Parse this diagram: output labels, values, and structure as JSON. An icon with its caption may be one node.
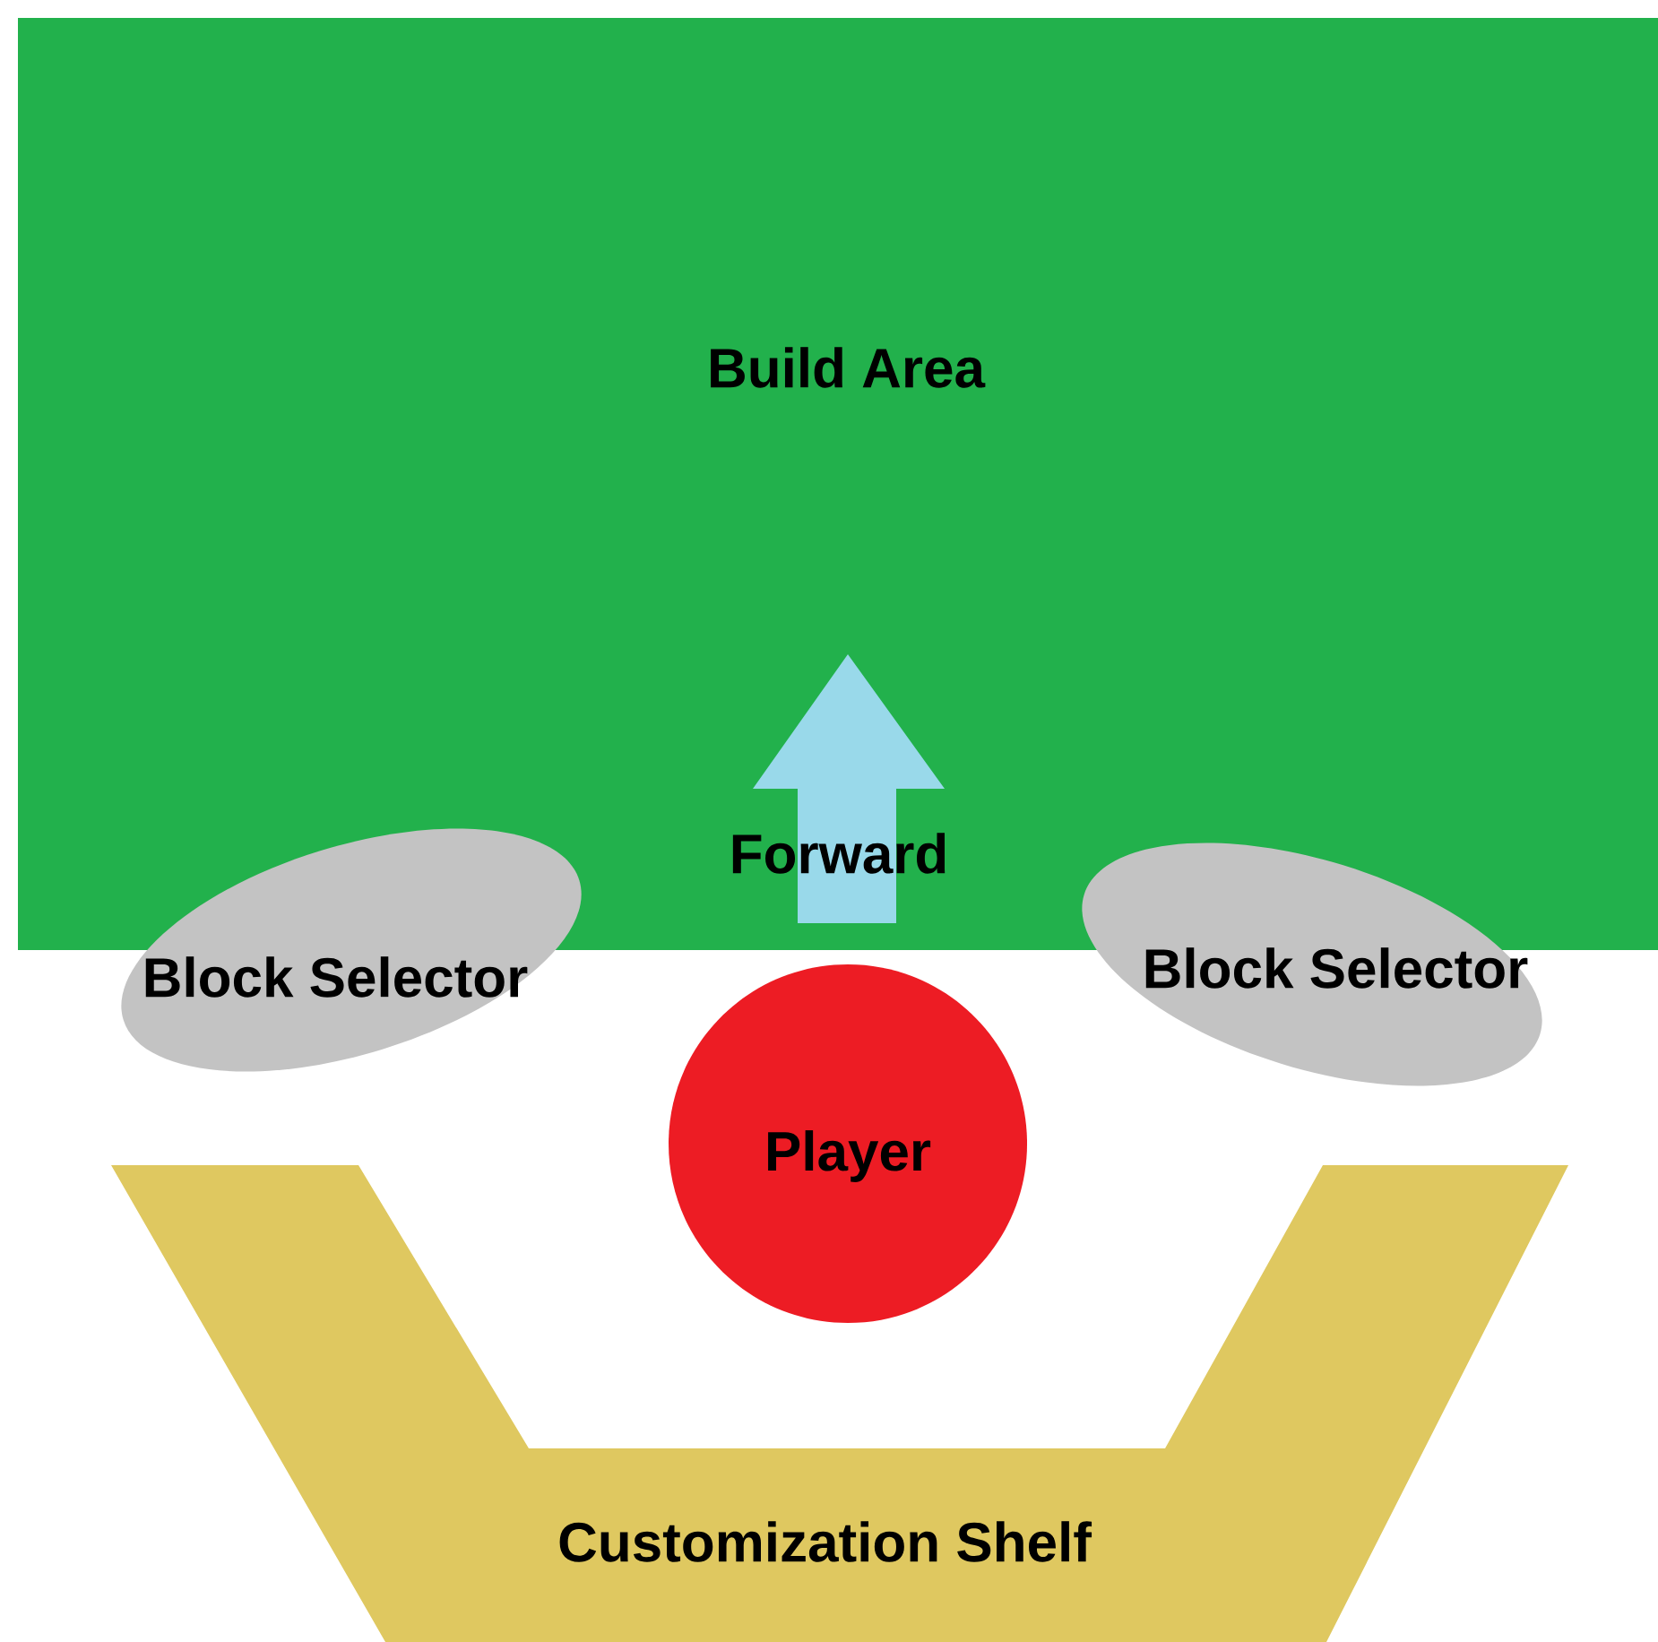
{
  "diagram": {
    "nodes": [
      {
        "text": [
          "Build Area"
        ]
      },
      {
        "text": [
          "Forward"
        ],
        "in": 0
      },
      {
        "text": [
          "Block Selector"
        ]
      },
      {
        "text": [
          "Block Selector"
        ]
      },
      {
        "text": [
          "Player"
        ]
      },
      {
        "text": [
          "Customization Shelf"
        ]
      }
    ]
  }
}
